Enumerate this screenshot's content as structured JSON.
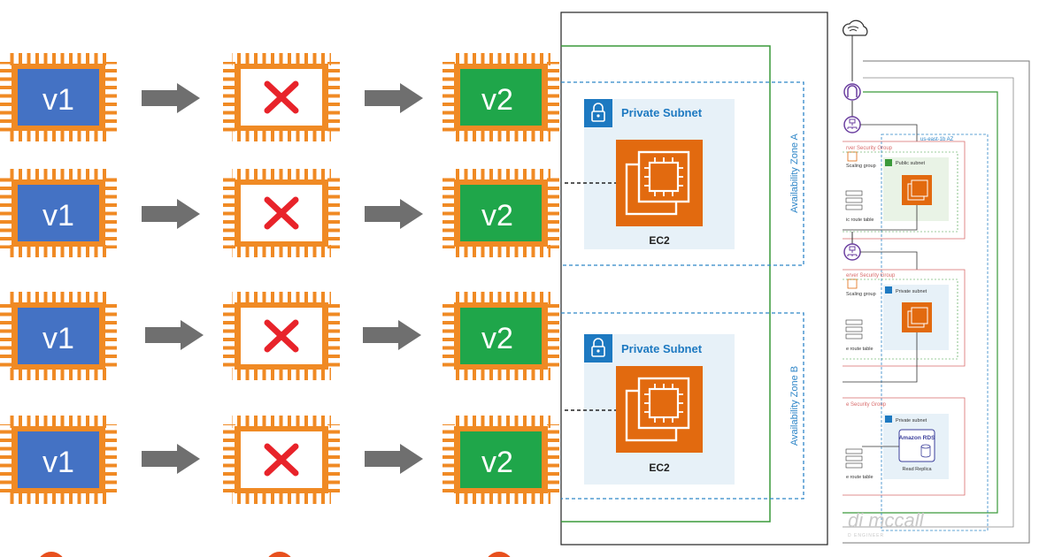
{
  "colors": {
    "chip_v1": "#4472c4",
    "chip_v2": "#1fa64a",
    "chip_pin": "#f08a24",
    "chip_x": "#e8232a",
    "arrow": "#6f6f6f",
    "subnet_bg": "#e7f1f8",
    "subnet_title": "#1d79c1",
    "ec2_orange": "#e26a0f",
    "az_dash": "#2f86c8",
    "vpc_green": "#3a9a3a",
    "sg_red": "#d96b6b",
    "rds_purple": "#3b3f9b"
  },
  "left_panel": {
    "rows": [
      {
        "from": "v1",
        "to": "v2"
      },
      {
        "from": "v1",
        "to": "v2"
      },
      {
        "from": "v1",
        "to": "v2"
      },
      {
        "from": "v1",
        "to": "v2"
      }
    ]
  },
  "middle_panel": {
    "zones": [
      {
        "label": "Availability Zone A",
        "subnet_title": "Private Subnet",
        "resource_label": "EC2"
      },
      {
        "label": "Availability Zone B",
        "subnet_title": "Private Subnet",
        "resource_label": "EC2"
      }
    ]
  },
  "right_panel": {
    "az_label": "us-east-1b AZ",
    "sections": [
      {
        "sg_label": "rver Security Group",
        "scaling_label": "Scaling group",
        "subnet_label": "Public subnet",
        "route_label": "ic route table"
      },
      {
        "sg_label": "erver Security Group",
        "scaling_label": "Scaling group",
        "subnet_label": "Private subnet",
        "route_label": "e route table"
      },
      {
        "sg_label": "e Security Group",
        "subnet_label": "Private subnet",
        "route_label": "e route table",
        "rds_name": "Amazon RDS",
        "rds_sub": "Read Replica"
      }
    ],
    "watermark": "di mccall",
    "watermark_sub": "D ENGINEER"
  }
}
